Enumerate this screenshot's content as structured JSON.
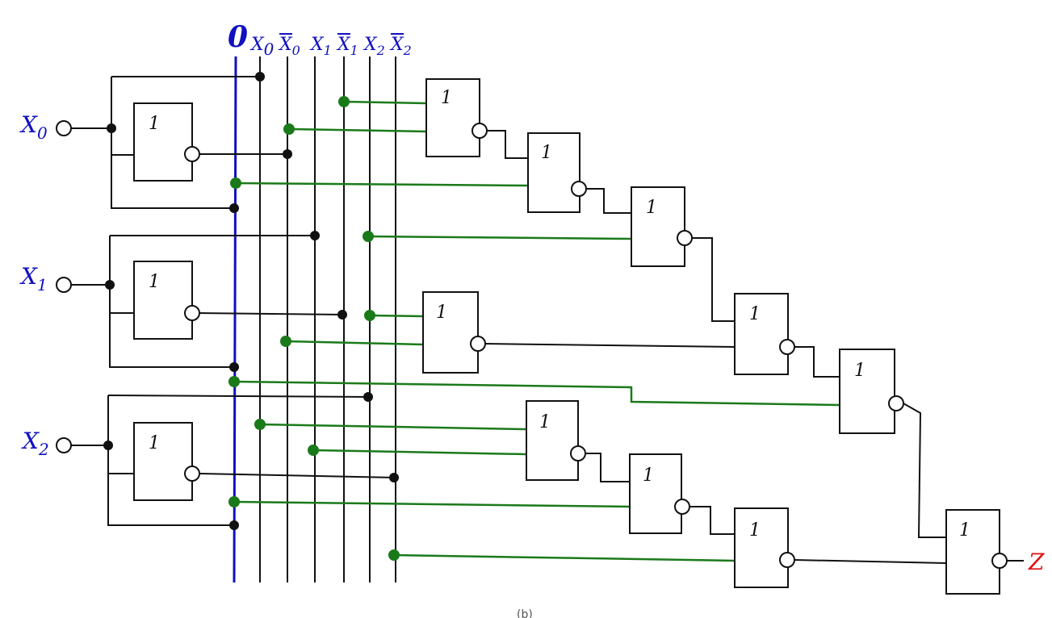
{
  "bus_zero": "0",
  "bus_labels": {
    "x0": "X",
    "x0_sub": "0",
    "nx0": "X",
    "nx0_sub": "0",
    "x1": "X",
    "x1_sub": "1",
    "nx1": "X",
    "nx1_sub": "1",
    "x2": "X",
    "x2_sub": "2",
    "nx2": "X",
    "nx2_sub": "2"
  },
  "inputs": {
    "x0": "X",
    "x0_sub": "0",
    "x1": "X",
    "x1_sub": "1",
    "x2": "X",
    "x2_sub": "2"
  },
  "gate_symbol": "1",
  "output_label": "Z",
  "bottom_mark": "(b)",
  "colors": {
    "wire": "#111111",
    "bus_zero": "#1010c0",
    "connection": "#1a7a1a",
    "label_blue": "#1010c0",
    "output_red": "#e01010"
  }
}
